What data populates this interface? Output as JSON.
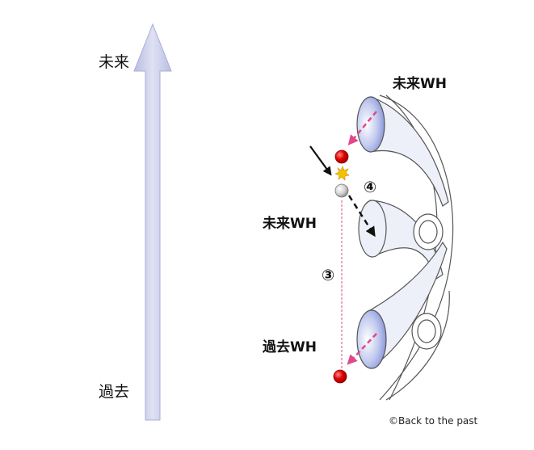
{
  "axis": {
    "future_label": "未来",
    "past_label": "過去"
  },
  "labels": {
    "future_wh_top": "未来WH",
    "future_wh_mid": "未来WH",
    "past_wh": "過去WH",
    "step3": "③",
    "step4": "④",
    "copyright": "©Back to the past"
  },
  "colors": {
    "time_arrow": "#c9cde8",
    "wormhole_fill": "#eef0f9",
    "wormhole_mouth": "#9ea8e0",
    "pink_arrow": "#e0488a",
    "red_ball": "#d60000",
    "gray_ball": "#c8c8c8",
    "spark": "#f5c200"
  }
}
